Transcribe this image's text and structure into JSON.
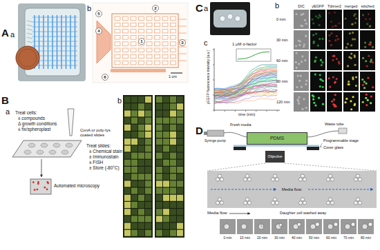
{
  "diagram": {
    "nodes": [
      {
        "text": [
          "PDMS"
        ]
      },
      {
        "text": [
          "Objective"
        ]
      }
    ],
    "labels": [
      "A",
      "a",
      "b",
      "1",
      "2",
      "3",
      "4",
      "5",
      "6",
      "1 cm",
      "B",
      "a",
      "Treat cells:",
      "± compounds",
      "Δ growth conditions",
      "± fix/spheroplast",
      "ConA or poly-lys coated slides",
      "Treat slides:",
      "± Chemical stain",
      "± Immunostain",
      "± FISH",
      "± Store (-80°C)",
      "Automated microscopy",
      "b",
      "C",
      "a",
      "b",
      "c",
      "DIC",
      "yEGFP",
      "Tdimer2",
      "merged",
      "stitched",
      "0 min",
      "30 min",
      "60 min",
      "90 min",
      "120 min",
      "1 μM α-factor",
      "yEGFP fluorescence intensity (a.u.)",
      "time (min)",
      "D",
      "Syringe pump",
      "Fresh media",
      "Waste tube",
      "Programmable stage",
      "Cover glass",
      "Media flow",
      "Media flow",
      "Daughter cell washed away",
      "0 min",
      "10 min",
      "20 min",
      "30 min",
      "40 min",
      "50 min",
      "60 min",
      "70 min",
      "80 min"
    ]
  }
}
